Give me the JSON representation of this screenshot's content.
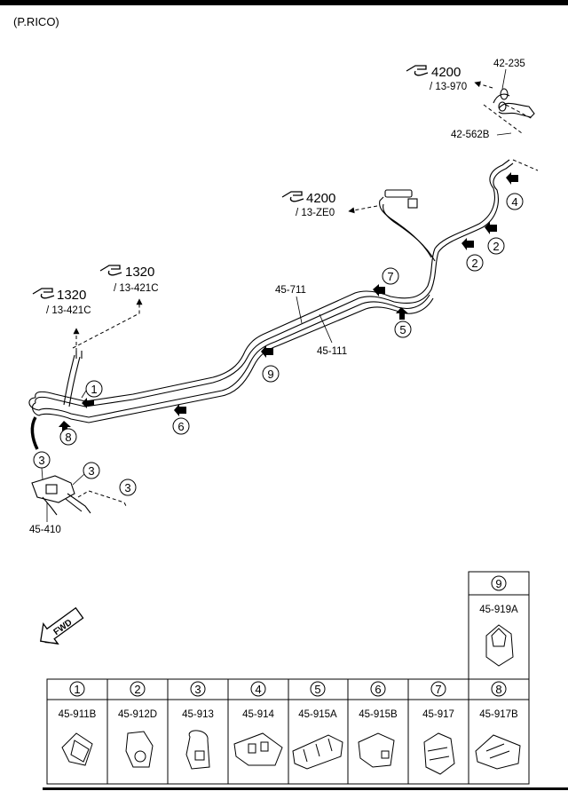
{
  "region": "(P.RICO)",
  "refs": [
    {
      "id": "ref-4200-a",
      "num": "4200",
      "sub": "/ 13-970"
    },
    {
      "id": "ref-4200-b",
      "num": "4200",
      "sub": "/ 13-ZE0"
    },
    {
      "id": "ref-1320-a",
      "num": "1320",
      "sub": "/ 13-421C"
    },
    {
      "id": "ref-1320-b",
      "num": "1320",
      "sub": "/ 13-421C"
    }
  ],
  "part_labels": {
    "p42_235": "42-235",
    "p42_562b": "42-562B",
    "p45_711": "45-711",
    "p45_111": "45-111",
    "p45_410": "45-410"
  },
  "callouts": [
    "1",
    "2",
    "2",
    "3",
    "3",
    "3",
    "4",
    "5",
    "6",
    "7",
    "8",
    "9"
  ],
  "fwd": "FWD",
  "clip_table": [
    {
      "num": "1",
      "part": "45-911B"
    },
    {
      "num": "2",
      "part": "45-912D"
    },
    {
      "num": "3",
      "part": "45-913"
    },
    {
      "num": "4",
      "part": "45-914"
    },
    {
      "num": "5",
      "part": "45-915A"
    },
    {
      "num": "6",
      "part": "45-915B"
    },
    {
      "num": "7",
      "part": "45-917"
    },
    {
      "num": "8",
      "part": "45-917B"
    }
  ],
  "clip_extra": {
    "num": "9",
    "part": "45-919A"
  }
}
